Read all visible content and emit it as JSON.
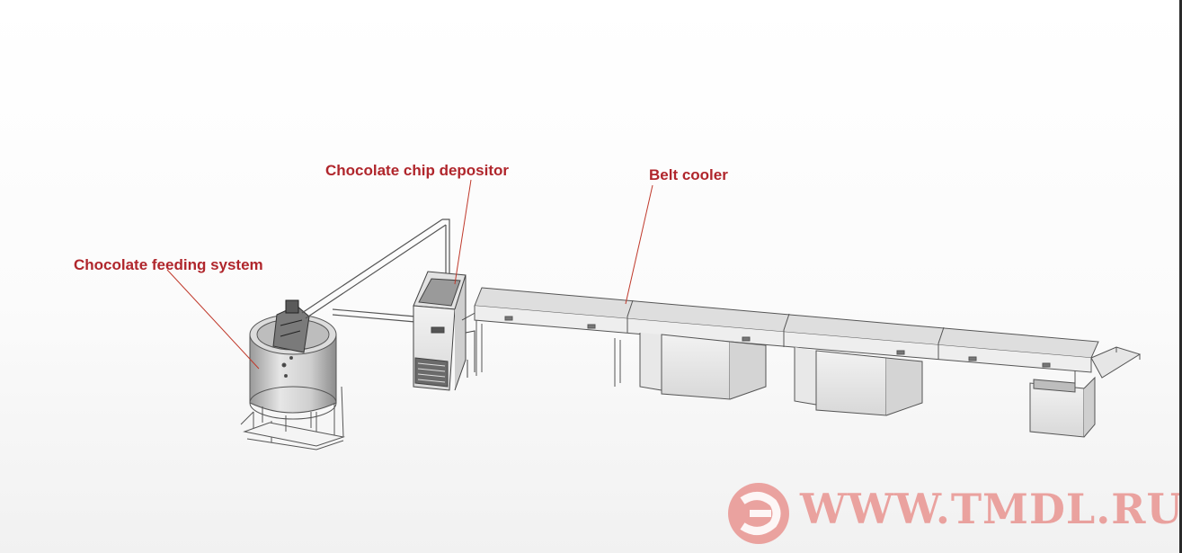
{
  "labels": {
    "feeding": "Chocolate feeding system",
    "depositor": "Chocolate chip depositor",
    "cooler": "Belt cooler"
  },
  "watermark": {
    "text": "WWW.TMDL.RU"
  },
  "colors": {
    "label": "#b0262c",
    "leader": "#c0392b",
    "line_art": "#555555",
    "watermark": "#e0413a"
  }
}
